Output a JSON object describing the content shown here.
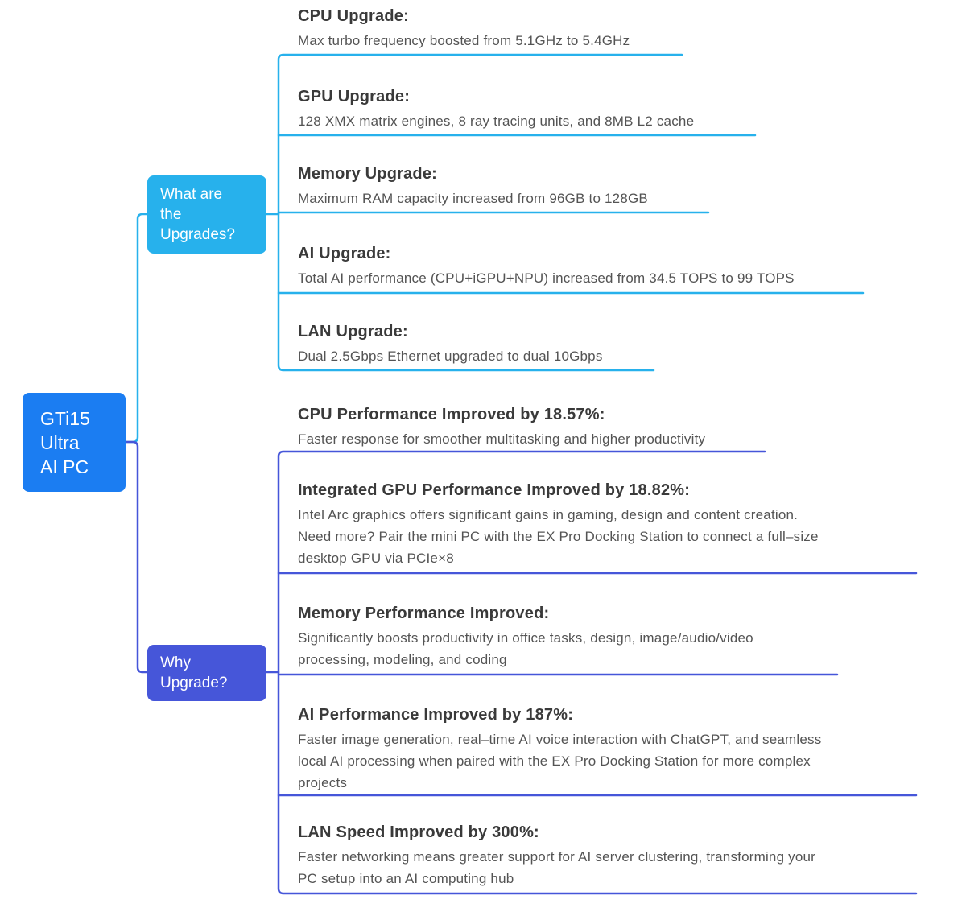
{
  "root": {
    "label": "GTi15\nUltra\nAI PC",
    "color": "#1b7df2"
  },
  "branches": [
    {
      "label": "What are\nthe\nUpgrades?",
      "color": "#27b1ec",
      "items": [
        {
          "title": "CPU Upgrade:",
          "desc": "Max turbo frequency boosted from 5.1GHz to 5.4GHz"
        },
        {
          "title": "GPU Upgrade:",
          "desc": "128 XMX matrix engines, 8 ray tracing units, and 8MB L2 cache"
        },
        {
          "title": "Memory Upgrade:",
          "desc": "Maximum RAM capacity increased from 96GB to 128GB"
        },
        {
          "title": "AI Upgrade:",
          "desc": "Total AI performance (CPU+iGPU+NPU) increased from 34.5 TOPS to 99 TOPS"
        },
        {
          "title": "LAN Upgrade:",
          "desc": "Dual 2.5Gbps Ethernet upgraded to dual 10Gbps"
        }
      ]
    },
    {
      "label": "Why\nUpgrade?",
      "color": "#4656d9",
      "items": [
        {
          "title": "CPU Performance Improved by 18.57%:",
          "desc": "Faster response for smoother multitasking and higher productivity"
        },
        {
          "title": "Integrated GPU Performance Improved by 18.82%:",
          "desc": "Intel Arc graphics offers significant gains in gaming, design and content creation.\nNeed more? Pair the mini PC with the EX Pro Docking Station to connect a full–size\ndesktop GPU via PCIe×8"
        },
        {
          "title": "Memory Performance Improved:",
          "desc": "Significantly boosts productivity in office tasks, design, image/audio/video\nprocessing, modeling, and coding"
        },
        {
          "title": "AI Performance Improved by 187%:",
          "desc": "Faster image generation, real–time AI voice interaction with ChatGPT, and seamless\nlocal AI processing when paired with the EX Pro Docking Station for more complex\nprojects"
        },
        {
          "title": "LAN Speed Improved by 300%:",
          "desc": "Faster networking means greater support for AI server clustering, transforming your\nPC setup into an AI computing hub"
        }
      ]
    }
  ]
}
